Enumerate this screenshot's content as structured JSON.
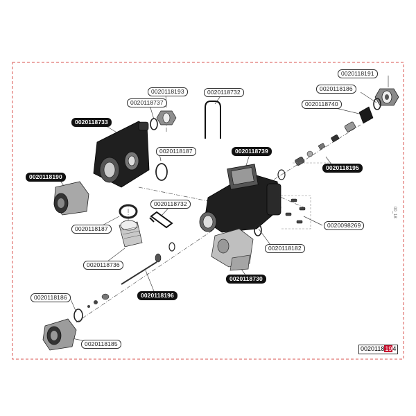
{
  "labels": [
    {
      "id": "0020118191",
      "style": "outline"
    },
    {
      "id": "0020118186",
      "style": "outline"
    },
    {
      "id": "0020118740",
      "style": "outline"
    },
    {
      "id": "0020118195",
      "style": "filled"
    },
    {
      "id": "0020098269",
      "style": "outline"
    },
    {
      "id": "0020118182",
      "style": "outline"
    },
    {
      "id": "0020118730",
      "style": "filled"
    },
    {
      "id": "0020118739",
      "style": "filled"
    },
    {
      "id": "0020118732",
      "style": "outline"
    },
    {
      "id": "0020118732",
      "style": "outline"
    },
    {
      "id": "0020118193",
      "style": "outline"
    },
    {
      "id": "0020118737",
      "style": "outline"
    },
    {
      "id": "0020118733",
      "style": "filled"
    },
    {
      "id": "0020118187",
      "style": "outline"
    },
    {
      "id": "0020118190",
      "style": "filled"
    },
    {
      "id": "0020118187",
      "style": "outline"
    },
    {
      "id": "0020118736",
      "style": "outline"
    },
    {
      "id": "0020118196",
      "style": "filled"
    },
    {
      "id": "0020118186",
      "style": "outline"
    },
    {
      "id": "0020118185",
      "style": "outline"
    }
  ],
  "sheet_ref": {
    "prefix": "0020118",
    "highlight": "19",
    "suffix": "4"
  },
  "side_code": "00_18"
}
